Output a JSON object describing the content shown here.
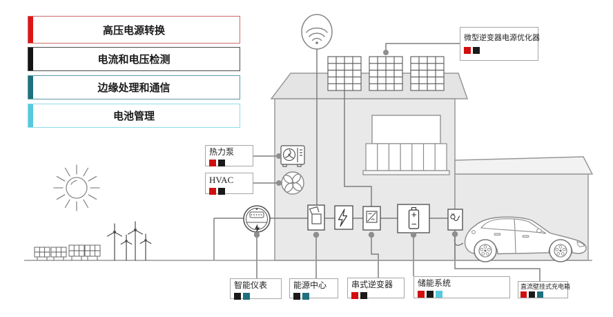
{
  "palette": {
    "red": "#d10f0f",
    "black": "#1a1a1a",
    "teal": "#20707e",
    "lightblue": "#57c9dd"
  },
  "legend": {
    "items": [
      {
        "label": "高压电源转换",
        "bar": "#e01414",
        "border": "#c96a6a"
      },
      {
        "label": "电流和电压检测",
        "bar": "#141414",
        "border": "#4a4a4a"
      },
      {
        "label": "边缘处理和通信",
        "bar": "#20707e",
        "border": "#5a98a3"
      },
      {
        "label": "电池管理",
        "bar": "#57c9dd",
        "border": "#8edbe8"
      }
    ]
  },
  "callouts": {
    "micro_inverter": {
      "label": "微型逆变器电源优化器",
      "tags": [
        "red",
        "black"
      ]
    },
    "heat_pump": {
      "label": "热力泵",
      "tags": [
        "red",
        "black"
      ]
    },
    "hvac": {
      "label": "HVAC",
      "tags": [
        "red",
        "black"
      ]
    },
    "smart_meter": {
      "label": "智能仪表",
      "tags": [
        "black",
        "teal"
      ]
    },
    "energy_center": {
      "label": "能源中心",
      "tags": [
        "black",
        "teal"
      ]
    },
    "string_inverter": {
      "label": "串式逆变器",
      "tags": [
        "red",
        "black"
      ]
    },
    "storage": {
      "label": "储能系统",
      "tags": [
        "red",
        "black",
        "lightblue"
      ]
    },
    "dc_charger": {
      "label": "直流壁挂式充电箱",
      "tags": [
        "red",
        "black",
        "teal"
      ]
    }
  }
}
